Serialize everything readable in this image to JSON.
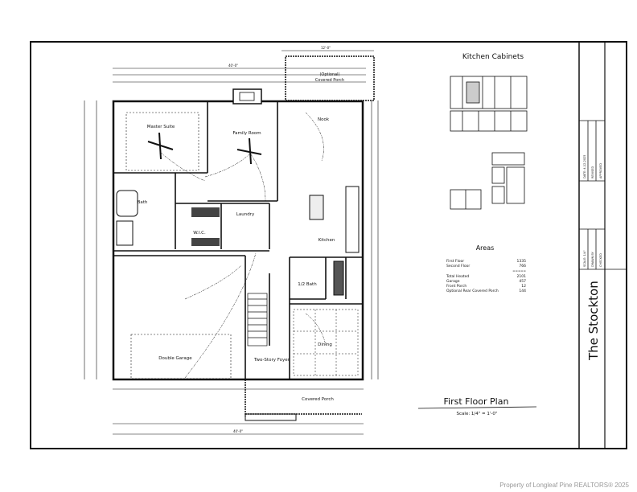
{
  "sheet": {
    "title": "First Floor Plan",
    "scale": "Scale: 1/4\" = 1'-0\"",
    "plan_name": "The Stockton",
    "watermark": "Property of Longleaf Pine REALTORS® 2025"
  },
  "rooms": {
    "master": "Master Suite",
    "family": "Family Room",
    "nook": "Nook",
    "kitchen": "Kitchen",
    "bath": "Bath",
    "wic": "W.I.C.",
    "laundry": "Laundry",
    "garage": "Double Garage",
    "half_bath": "1/2 Bath",
    "dining": "Dining",
    "foyer": "Two-Story Foyer",
    "covered_porch_front": "Covered Porch",
    "covered_porch_rear": "Covered Porch",
    "rear_optional": "(Optional)"
  },
  "dimensions": {
    "top_overall": "40'-0\"",
    "bottom_overall": "40'-0\"",
    "rear_porch": "12'-0\""
  },
  "kitchen_cabinets": {
    "title": "Kitchen Cabinets"
  },
  "areas": {
    "title": "Areas",
    "rows": [
      {
        "label": "First Floor",
        "value": "1335"
      },
      {
        "label": "Second Floor",
        "value": "766"
      },
      {
        "label": "",
        "value": "====="
      },
      {
        "label": "Total Heated",
        "value": "2101"
      },
      {
        "label": "Garage",
        "value": "457"
      },
      {
        "label": "Front Porch",
        "value": "12"
      },
      {
        "label": "Optional Rear Covered Porch",
        "value": "144"
      }
    ]
  },
  "title_block": {
    "date": "DATE: 4-12-2025",
    "revised": "REVISED",
    "approved": "APPROVED",
    "scale": "SCALE: 1/4\"",
    "drawn_by": "DRAWN BY",
    "checked": "CHECKED"
  },
  "colors": {
    "line": "#111111",
    "background": "#ffffff",
    "watermark": "#9a9a9a"
  }
}
